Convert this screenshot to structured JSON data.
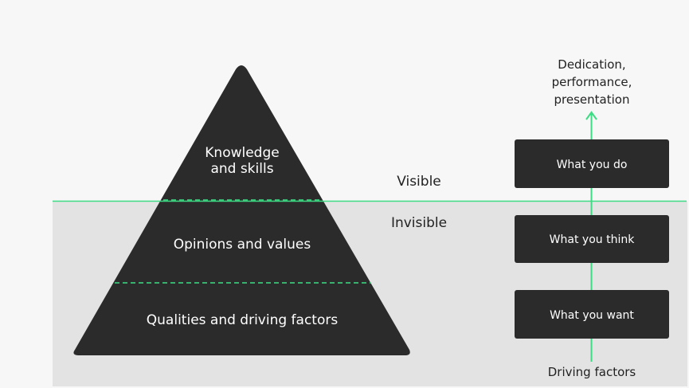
{
  "pyramid": {
    "top_label": [
      "Knowledge",
      "and skills"
    ],
    "middle_label": "Opinions and values",
    "bottom_label": "Qualities and driving factors"
  },
  "zones": {
    "visible_label": "Visible",
    "invisible_label": "Invisible"
  },
  "stack": {
    "boxes": [
      "What you do",
      "What you think",
      "What you want"
    ],
    "top_caption": [
      "Dedication,",
      "performance,",
      "presentation"
    ],
    "bottom_caption": "Driving factors"
  },
  "colors": {
    "background": "#f7f7f7",
    "invisible_zone": "#e3e3e3",
    "shape_fill": "#2b2b2b",
    "accent_green": "#3ddc84",
    "text_light": "#ffffff",
    "text_dark": "#222222"
  }
}
